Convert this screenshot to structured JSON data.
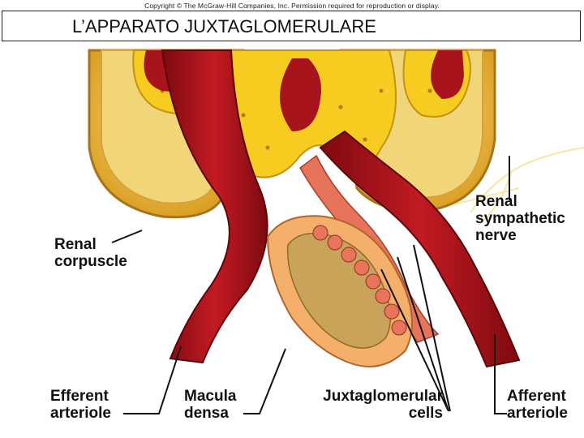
{
  "copyright": "Copyright © The McGraw-Hill Companies, Inc. Permission required for reproduction or display.",
  "title": "L’APPARATO JUXTAGLOMERULARE",
  "labels": {
    "renal_corpuscle": [
      "Renal",
      "corpuscle"
    ],
    "renal_sympathetic_nerve": [
      "Renal",
      "sympathetic",
      "nerve"
    ],
    "efferent_arteriole": [
      "Efferent",
      "arteriole"
    ],
    "macula_densa": [
      "Macula",
      "densa"
    ],
    "juxtaglomerular_cells": [
      "Juxtaglomerular",
      "cells"
    ],
    "afferent_arteriole": [
      "Afferent",
      "arteriole"
    ]
  },
  "colors": {
    "capsule": "#e7a52b",
    "capsule_inner": "#f3d36a",
    "glomerulus": "#f5cc1f",
    "vessel": "#b5141c",
    "vessel_dark": "#7e0a10",
    "jg_cells": "#e6735a",
    "macula_cells": "#f4b06a",
    "lumen": "#c9a35a"
  }
}
